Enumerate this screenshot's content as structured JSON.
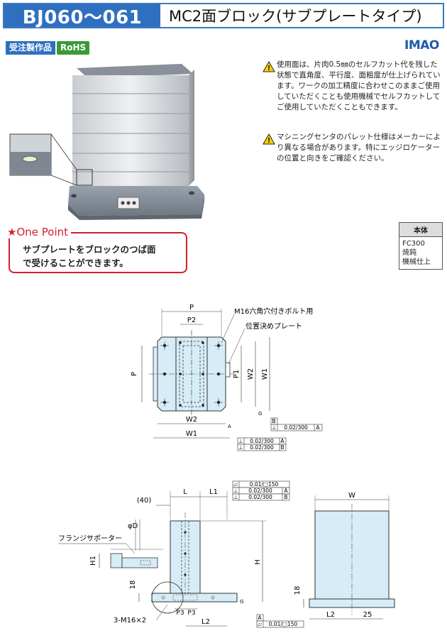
{
  "header": {
    "code": "BJ060～061",
    "title": "MC2面ブロック(サブプレートタイプ)"
  },
  "badges": {
    "made_to_order": "受注製作品",
    "rohs": "RoHS"
  },
  "logo": "IMAO",
  "notes": [
    "使用面は、片肉0.5㎜のセルフカット代を残した状態で直角度、平行度、面粗度が仕上げられています。ワークの加工精度に合わせこのままご使用していただくことも使用機械でセルフカットしてご使用していただくこともできます。",
    "マシニングセンタのパレット仕様はメーカーにより異なる場合があります。特にエッジロケーターの位置と向きをご確認ください。"
  ],
  "one_point": {
    "label": "★One Point",
    "line1": "サブプレートをブロックのつば面",
    "line2": "で受けることができます。"
  },
  "material": {
    "header": "本体",
    "lines": [
      "FC300",
      "焼鈍",
      "機械仕上"
    ]
  },
  "drawing_top": {
    "P": "P",
    "P2": "P2",
    "P_side": "P",
    "P1": "P1",
    "W2_side": "W2",
    "W1_side": "W1",
    "W2": "W2",
    "W1": "W1",
    "callout_bolt": "M16六角穴付きボルト用",
    "callout_plate": "位置決めプレート",
    "datum_A": "A",
    "datum_B": "B",
    "datum_G": "G",
    "tol_1": "0.02/300",
    "tol_1_ref": "A",
    "tol_2": "0.02/300",
    "tol_2_ref": "A",
    "tol_3": "0.02/300",
    "tol_3_ref": "B"
  },
  "drawing_side": {
    "forty": "(40)",
    "L": "L",
    "L1": "L1",
    "phiD": "φD",
    "flange": "フランジサポーター",
    "H1": "H1",
    "H": "H",
    "eighteen": "18",
    "P3a": "P3",
    "P3b": "P3",
    "L2": "L2",
    "holes": "3-M16×2",
    "tol_flat": "0.01/□150",
    "tol_perp_a": "0.02/300",
    "tol_perp_a_ref": "A",
    "tol_perp_b": "0.02/300",
    "tol_perp_b_ref": "B",
    "bot_A": "A",
    "bot_tol": "0.01/□150",
    "datum_G": "G"
  },
  "drawing_front": {
    "W": "W",
    "eighteen": "18",
    "L2": "L2",
    "twentyfive": "25"
  }
}
